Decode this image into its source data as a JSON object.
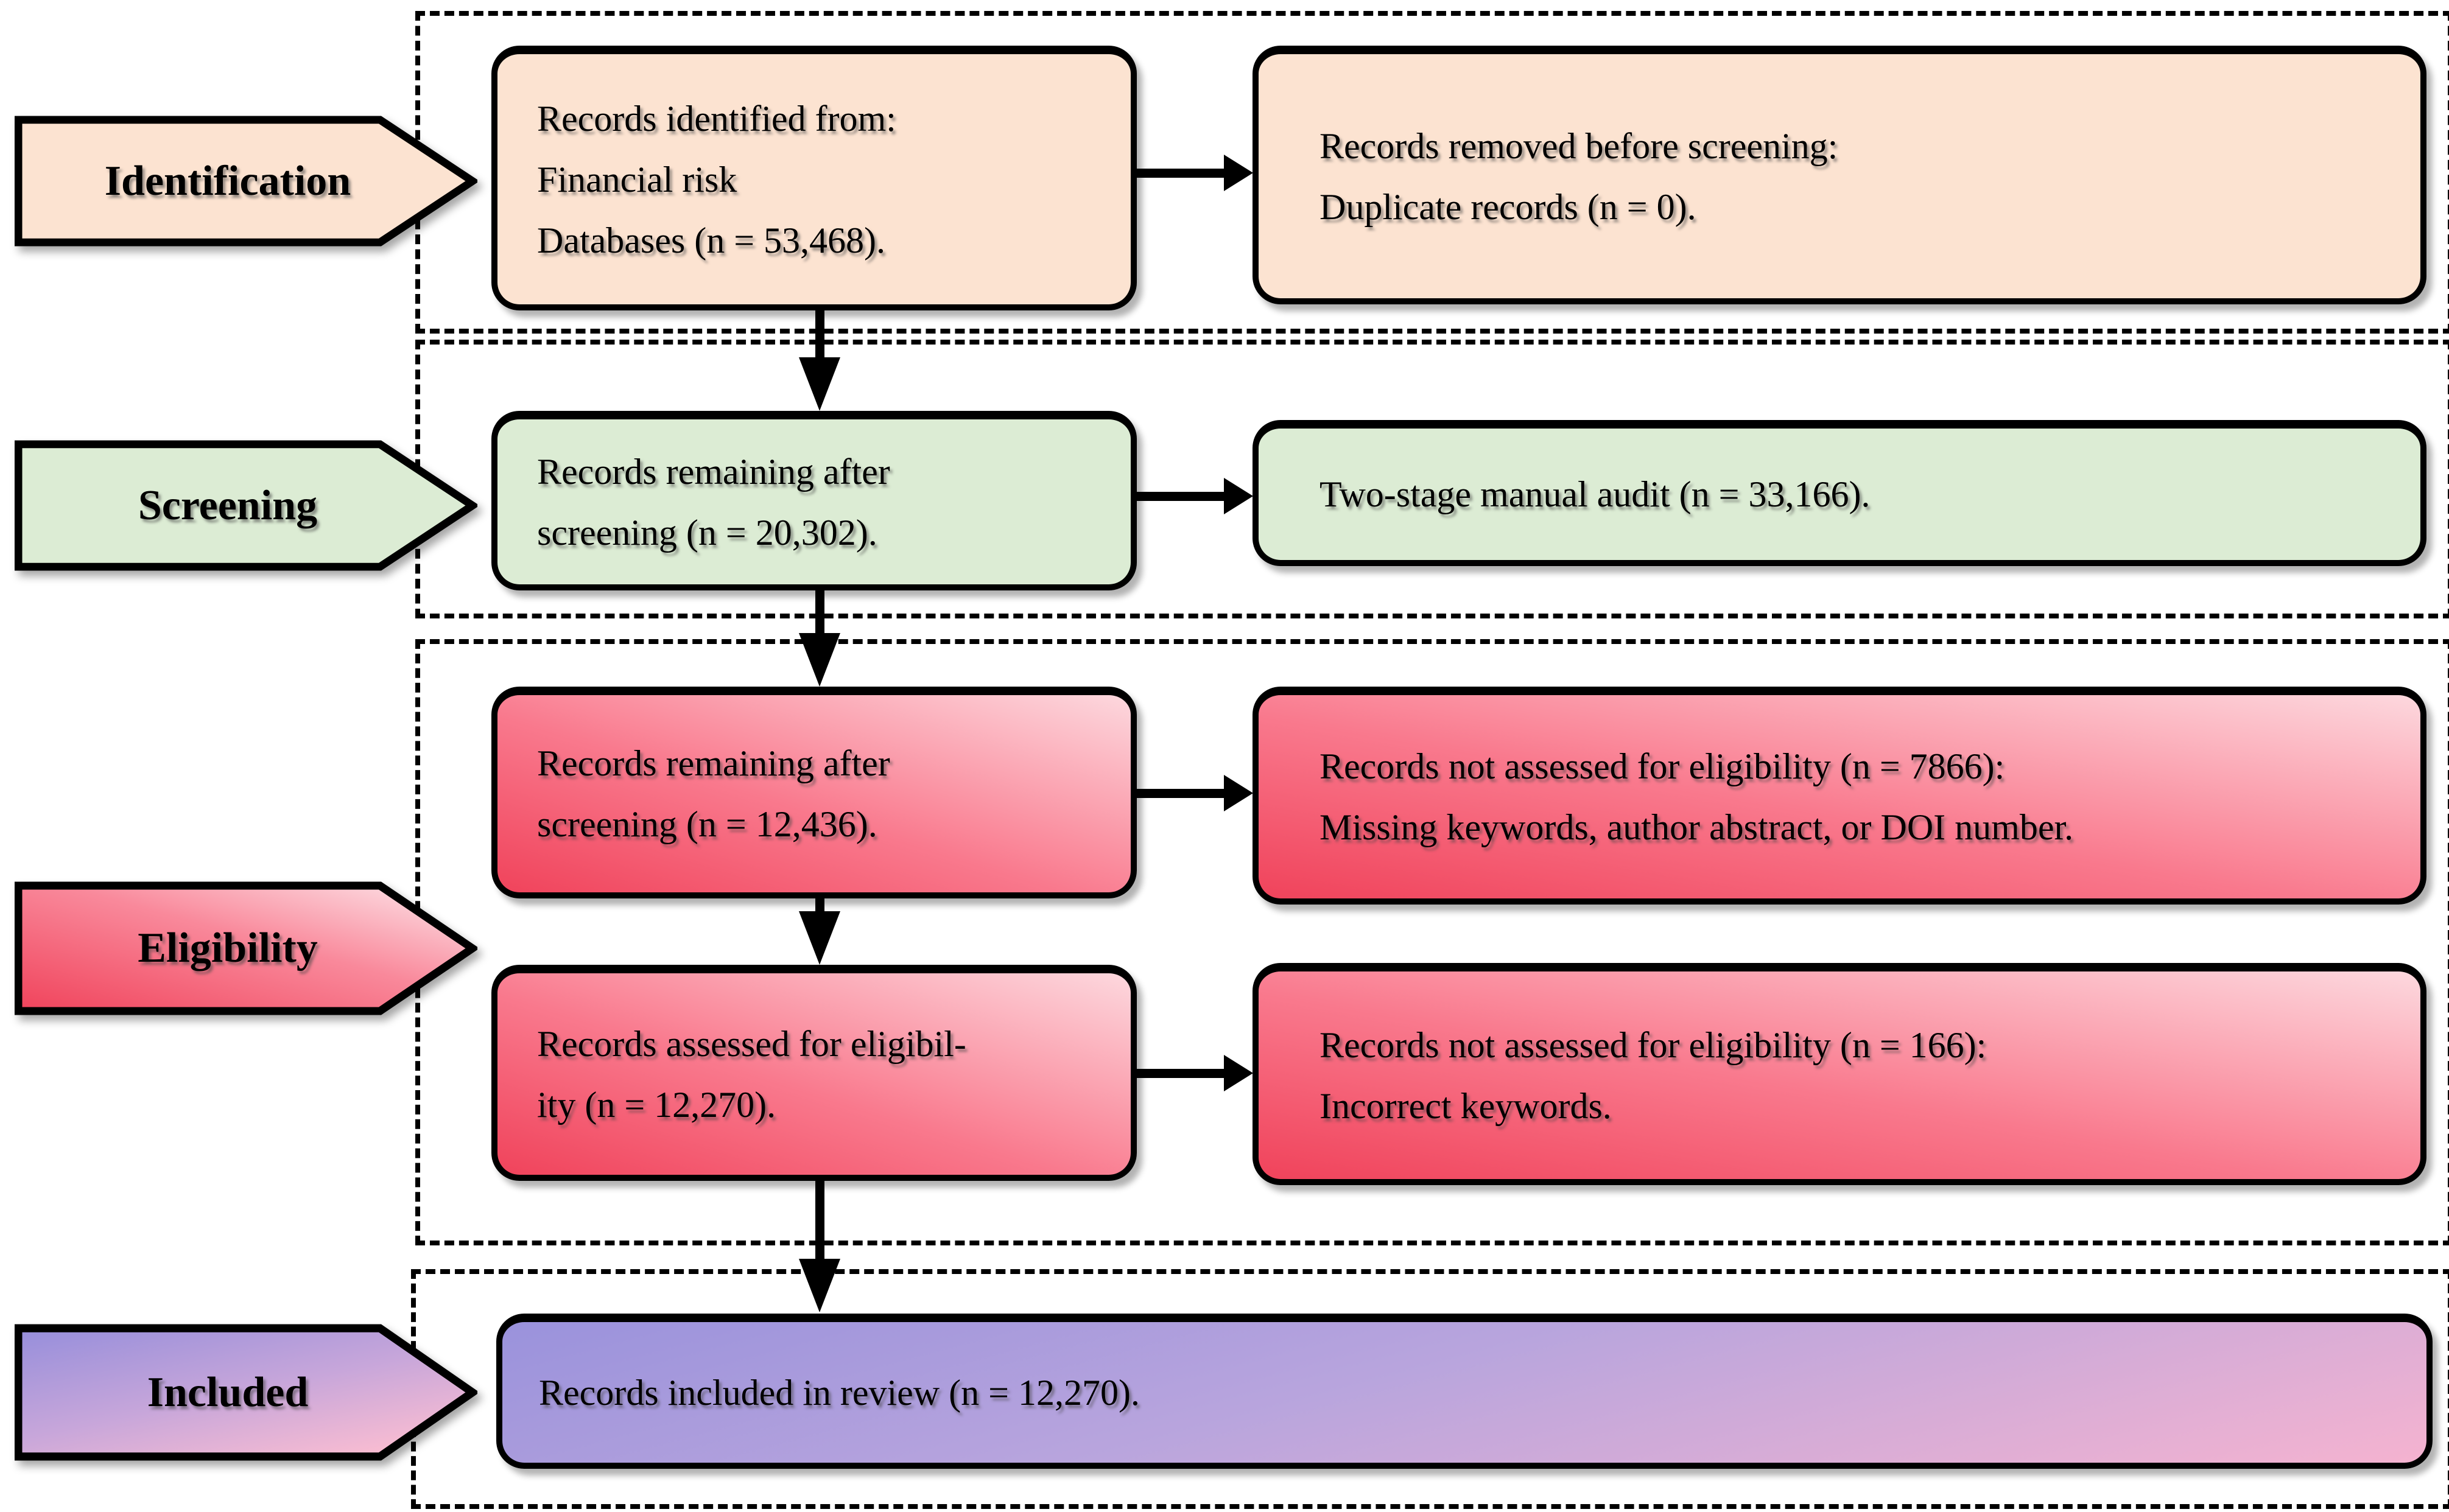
{
  "diagram_type": "prisma-flow-diagram",
  "stages": [
    {
      "label": "Identification"
    },
    {
      "label": "Screening"
    },
    {
      "label": "Eligibility"
    },
    {
      "label": "Included"
    }
  ],
  "boxes": [
    {
      "name": "records-identified",
      "text": "Records identified from:\nFinancial risk\nDatabases (n = 53,468)."
    },
    {
      "name": "records-removed-before-screening",
      "text": "Records removed before screening:\nDuplicate records (n = 0)."
    },
    {
      "name": "records-remaining-20302",
      "text": "Records remaining after\nscreening (n = 20,302)."
    },
    {
      "name": "two-stage-manual-audit",
      "text": "Two-stage manual audit (n = 33,166)."
    },
    {
      "name": "records-remaining-12436",
      "text": "Records remaining after\nscreening (n = 12,436)."
    },
    {
      "name": "records-not-assessed-7866",
      "text": "Records not assessed for eligibility (n = 7866):\nMissing keywords, author abstract, or DOI number."
    },
    {
      "name": "records-assessed-12270",
      "text": "Records assessed for eligibil-\nity (n = 12,270)."
    },
    {
      "name": "records-not-assessed-166",
      "text": "Records not assessed for eligibility (n = 166):\nIncorrect keywords."
    },
    {
      "name": "records-included-review",
      "text": "Records included in review (n = 12,270)."
    }
  ],
  "colors": {
    "peach": "#fce3d1",
    "green": "#dcecd4",
    "red_dark": "#f0435b",
    "red_light": "#fdd8de",
    "purple": "#9a92dc",
    "pink": "#f5b3d0",
    "outline": "#000000"
  }
}
